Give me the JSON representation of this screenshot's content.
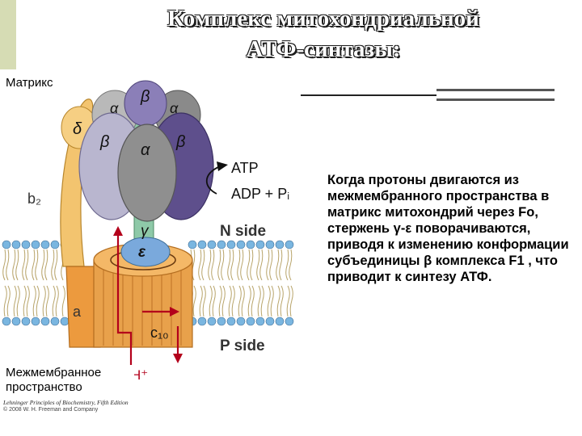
{
  "title": {
    "line1": "Комплекс митохондриальной",
    "line2": "АТФ-синтазы:"
  },
  "labels": {
    "matrix": "Матрикс",
    "intermembrane": "Межмембранное пространство"
  },
  "diagram": {
    "alpha": "α",
    "beta": "β",
    "delta": "δ",
    "gamma": "γ",
    "epsilon": "ε",
    "b2": "b₂",
    "a": "a",
    "c10": "c₁₀",
    "atp": "ATP",
    "adp": "ADP + Pᵢ",
    "n_side": "N side",
    "p_side": "P side",
    "h_plus": "H⁺"
  },
  "description": "Когда протоны двигаются из межмембранного пространства в матрикс митохондрий через Fo, стержень γ-ε поворачиваются, приводя к изменению конформации субъединицы β комплекса F1 , что приводит к синтезу АТФ.",
  "credit": {
    "book": "Lehninger Principles of Biochemistry, Fifth Edition",
    "copyright": "© 2008 W. H. Freeman and Company"
  },
  "colors": {
    "alpha": "#a9a9a9",
    "beta_light": "#b9b6cf",
    "beta_dark": "#5e4f8c",
    "stalk": "#8ec9a8",
    "epsilon": "#7aa9dc",
    "ring": "#e8a14b",
    "b2_arm": "#f3c46f",
    "lipid_head": "#7ab6e0",
    "arrow": "#b3001b"
  }
}
